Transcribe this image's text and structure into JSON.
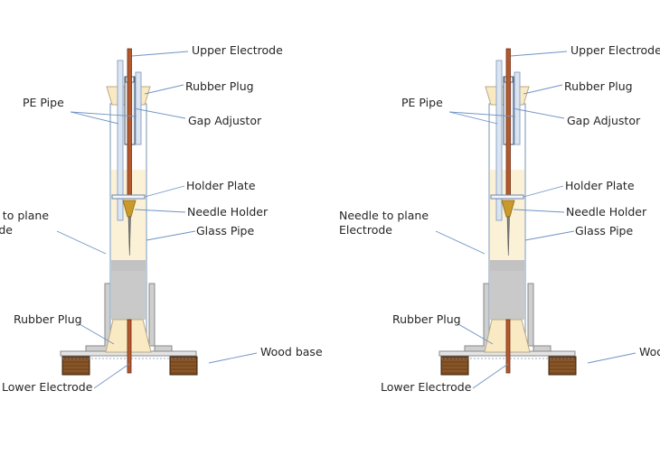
{
  "panels": [
    {
      "id": "left",
      "labels": {
        "upper_electrode": "Upper Electrode",
        "rubber_plug_top": "Rubber Plug",
        "pe_pipe": "PE Pipe",
        "gap_adjustor": "Gap Adjustor",
        "holder_plate": "Holder Plate",
        "needle_holder": "Needle Holder",
        "needle_plane_1": "Needle to plane",
        "needle_plane_2": "Electrode",
        "glass_pipe": "Glass Pipe",
        "rubber_plug_bottom": "Rubber Plug",
        "wood_base": "Wood base",
        "lower_electrode": "Lower Electrode"
      }
    },
    {
      "id": "right",
      "labels": {
        "upper_electrode": "Upper Electrode",
        "rubber_plug_top": "Rubber Plug",
        "pe_pipe": "PE Pipe",
        "gap_adjustor": "Gap Adjustor",
        "holder_plate": "Holder Plate",
        "needle_holder": "Needle Holder",
        "needle_plane_1": "Needle to plane",
        "needle_plane_2": "Electrode",
        "glass_pipe": "Glass Pipe",
        "rubber_plug_bottom": "Rubber Plug",
        "wood_base": "Wood base",
        "lower_electrode": "Lower Electrode"
      }
    }
  ],
  "colors": {
    "plug_fill": "#faeac4",
    "plug_stroke": "#b8aa86",
    "liquid_fill": "#fbf1d6",
    "glass_stroke": "#8ea6bf",
    "pe_fill": "#dbe4f1",
    "pe_stroke": "#8ea6c6",
    "electrode_fill": "#b4592e",
    "electrode_stroke": "#6e2c12",
    "holder_fill": "#c99a2a",
    "gray_fill": "#cfcfcf",
    "wood_fill": "#7a4a20",
    "base_fill": "#e4e4e4",
    "leader_line": "#6f93c4"
  }
}
